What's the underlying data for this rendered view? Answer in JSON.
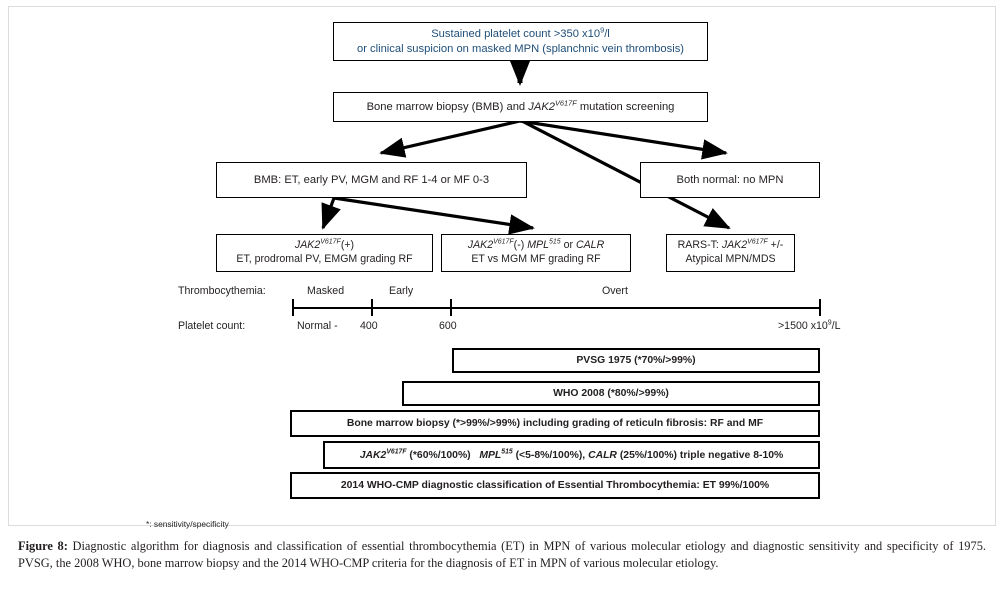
{
  "figure": {
    "footnote": "*: sensitivity/specificity",
    "caption_label": "Figure 8:",
    "caption_text": " Diagnostic algorithm for diagnosis and classification of essential thrombocythemia (ET) in MPN of various molecular etiology and diagnostic sensitivity and specificity of 1975. PVSG, the 2008 WHO, bone marrow biopsy and the 2014 WHO-CMP criteria for the diagnosis of ET in MPN of various molecular etiology."
  },
  "colors": {
    "top_box_text": "#1f4e79",
    "box_border": "#000000",
    "body_text": "#231f20",
    "frame": "#dcdcdc"
  },
  "flow": {
    "top_box": {
      "line1": "Sustained platelet count >350 x10⁹/l",
      "line1_plain": "Sustained platelet count >350 x10",
      "line1_sup": "9",
      "line1_tail": "/l",
      "line2": "or clinical suspicion on masked MPN (splanchnic vein thrombosis)"
    },
    "bmb_box": {
      "pre": "Bone marrow biopsy (BMB) and ",
      "gene": "JAK2",
      "sup": "V617F",
      "post": " mutation screening"
    },
    "bmb_result_box": {
      "text": "BMB: ET, early PV, MGM and RF 1-4 or MF 0-3"
    },
    "both_normal_box": {
      "text": "Both normal: no MPN"
    },
    "jak2_pos_box": {
      "line1_gene": "JAK2",
      "line1_sup": "V617F",
      "line1_tail": "(+)",
      "line2": "ET, prodromal PV, EMGM grading RF"
    },
    "jak2_neg_box": {
      "l1_gene1": "JAK2",
      "l1_sup1": "V617F",
      "l1_mid": "(-) ",
      "l1_gene2": "MPL",
      "l1_sup2": "515",
      "l1_or": " or ",
      "l1_gene3": "CALR",
      "line2": "ET vs MGM MF grading RF"
    },
    "rars_box": {
      "l1_pre": "RARS-T: ",
      "l1_gene": "JAK2",
      "l1_sup": "V617F",
      "l1_tail": " +/-",
      "line2": "Atypical MPN/MDS"
    }
  },
  "scale": {
    "row1_label": "Thrombocythemia:",
    "row2_label": "Platelet count:",
    "stages": [
      "Masked",
      "Early",
      "Overt"
    ],
    "ticks": [
      "Normal -",
      "400",
      "600"
    ],
    "end_label_plain": ">1500 x10",
    "end_label_sup": "9",
    "end_label_tail": "/L"
  },
  "criteria_bars": [
    {
      "id": "pvsg",
      "text": "PVSG 1975 (*70%/>99%)"
    },
    {
      "id": "who",
      "text": "WHO 2008 (*80%/>99%)"
    },
    {
      "id": "bmb",
      "text": "Bone marrow biopsy (*>99%/>99%) including grading of reticuln fibrosis: RF and MF"
    },
    {
      "id": "mol",
      "g1": "JAK2",
      "g1sup": "V617F",
      "t1": " (*60%/100%)   ",
      "g2": "MPL",
      "g2sup": "515",
      "t2": " (<5-8%/100%), ",
      "g3": "CALR",
      "t3": " (25%/100%) triple  negative 8-10%"
    },
    {
      "id": "who2014",
      "text": "2014 WHO-CMP diagnostic classification  of Essential Thrombocythemia: ET  99%/100%"
    }
  ]
}
